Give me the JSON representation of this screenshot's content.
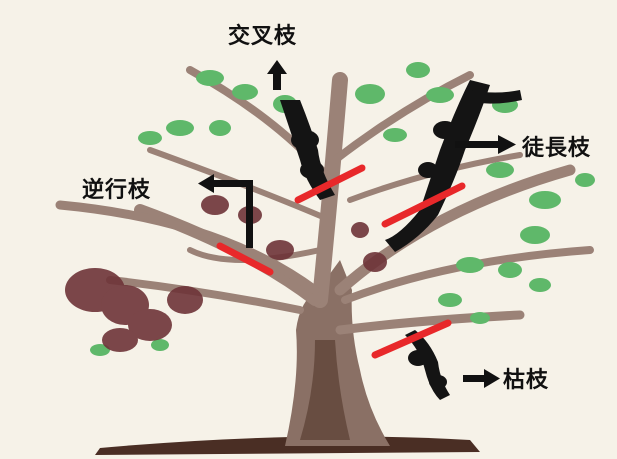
{
  "labels": {
    "crossing_branch": "交叉枝",
    "water_sprout": "徒長枝",
    "reverse_branch": "逆行枝",
    "dead_branch": "枯枝"
  },
  "colors": {
    "background": "#f6f2e8",
    "trunk": "#8a7065",
    "trunk_dark": "#5a3e32",
    "foliage_green": "#5fb86a",
    "foliage_maroon": "#6e3438",
    "marked_branch": "#141414",
    "cut_mark": "#e8282a",
    "arrow": "#111111"
  },
  "icons": [
    "arrow-up-icon",
    "arrow-right-icon",
    "arrow-elbow-left-icon"
  ]
}
